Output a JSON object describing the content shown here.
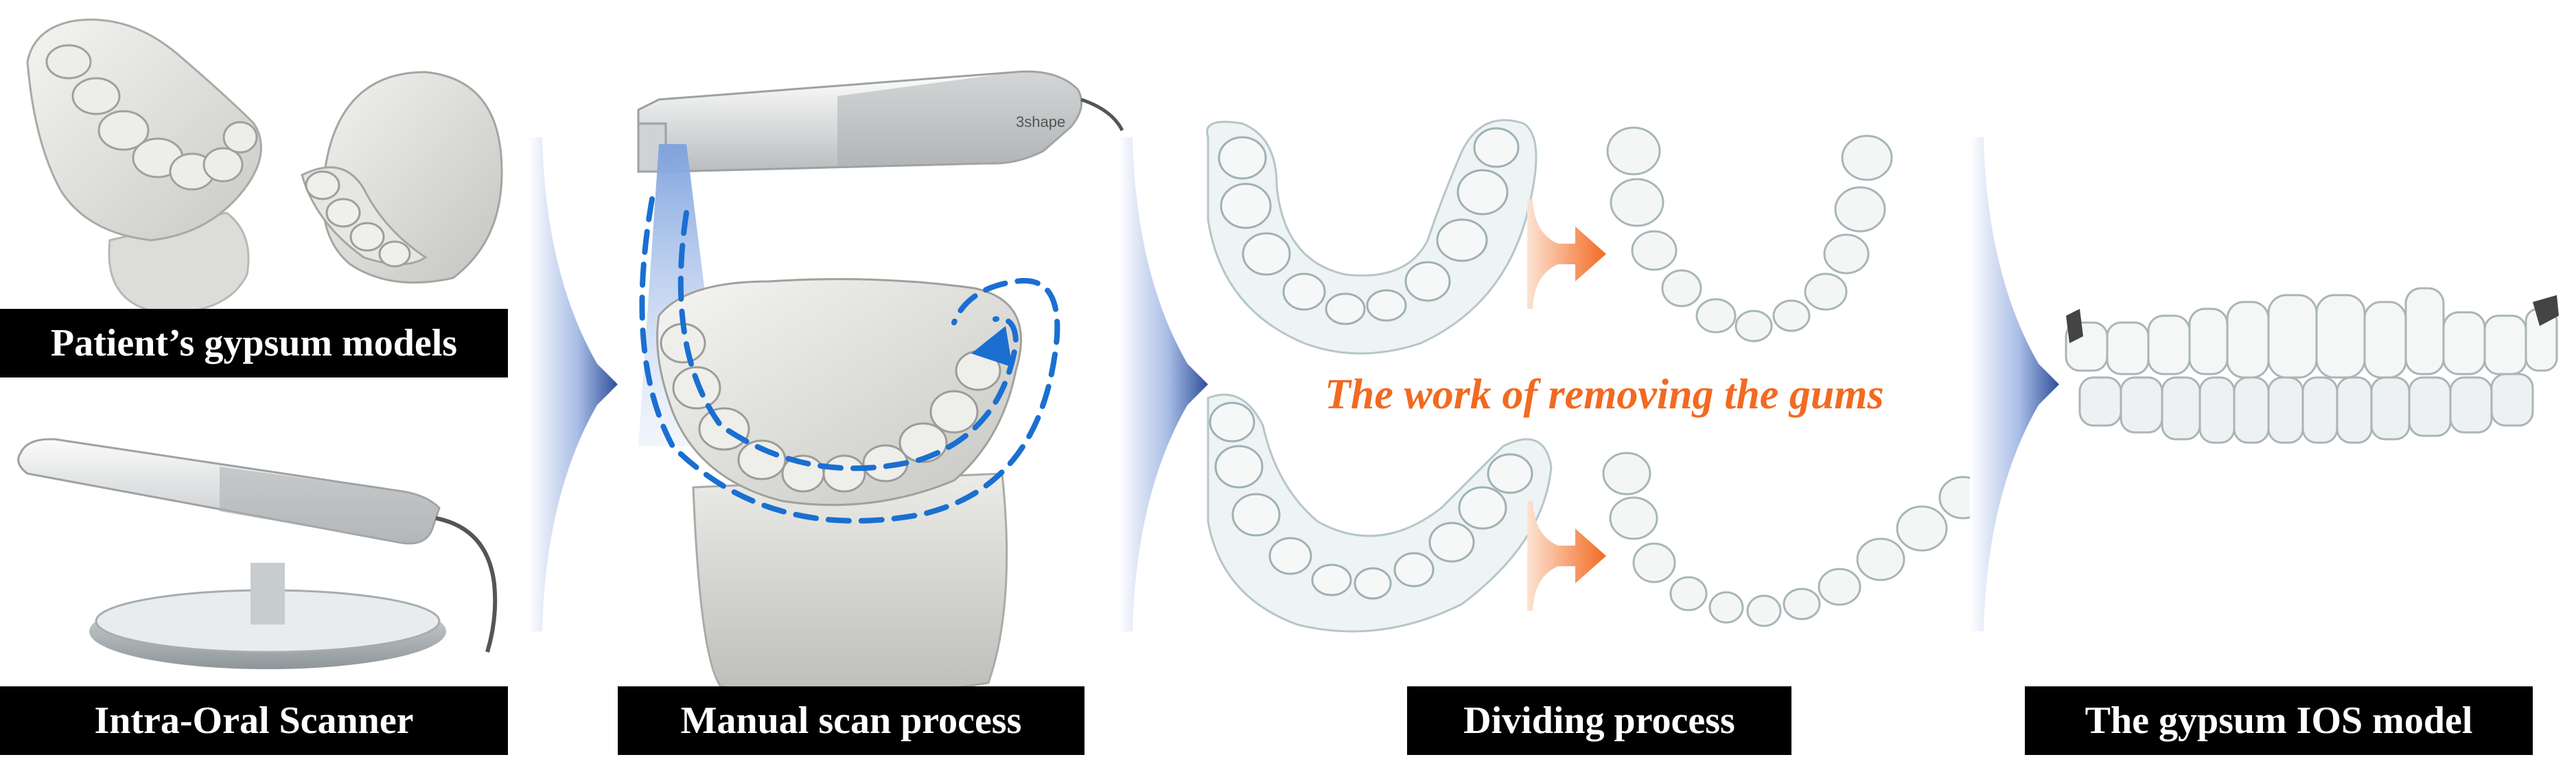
{
  "labels": {
    "gypsum_models": "Patient’s gypsum models",
    "scanner": "Intra-Oral Scanner",
    "manual_scan": "Manual scan process",
    "dividing": "Dividing process",
    "ios_model": "The gypsum IOS model"
  },
  "annotation": {
    "removing_gums": "The work of removing the gums"
  },
  "icons": {
    "flow_arrow": "flow-arrow-icon",
    "orange_arrow": "orange-arrow-icon",
    "scanner_brand": "3shape"
  },
  "colors": {
    "arrow_blue": "#2f4f9a",
    "scan_path": "#1a6fd1",
    "orange": "#f26a21",
    "label_bg": "#000000",
    "label_text": "#ffffff"
  }
}
